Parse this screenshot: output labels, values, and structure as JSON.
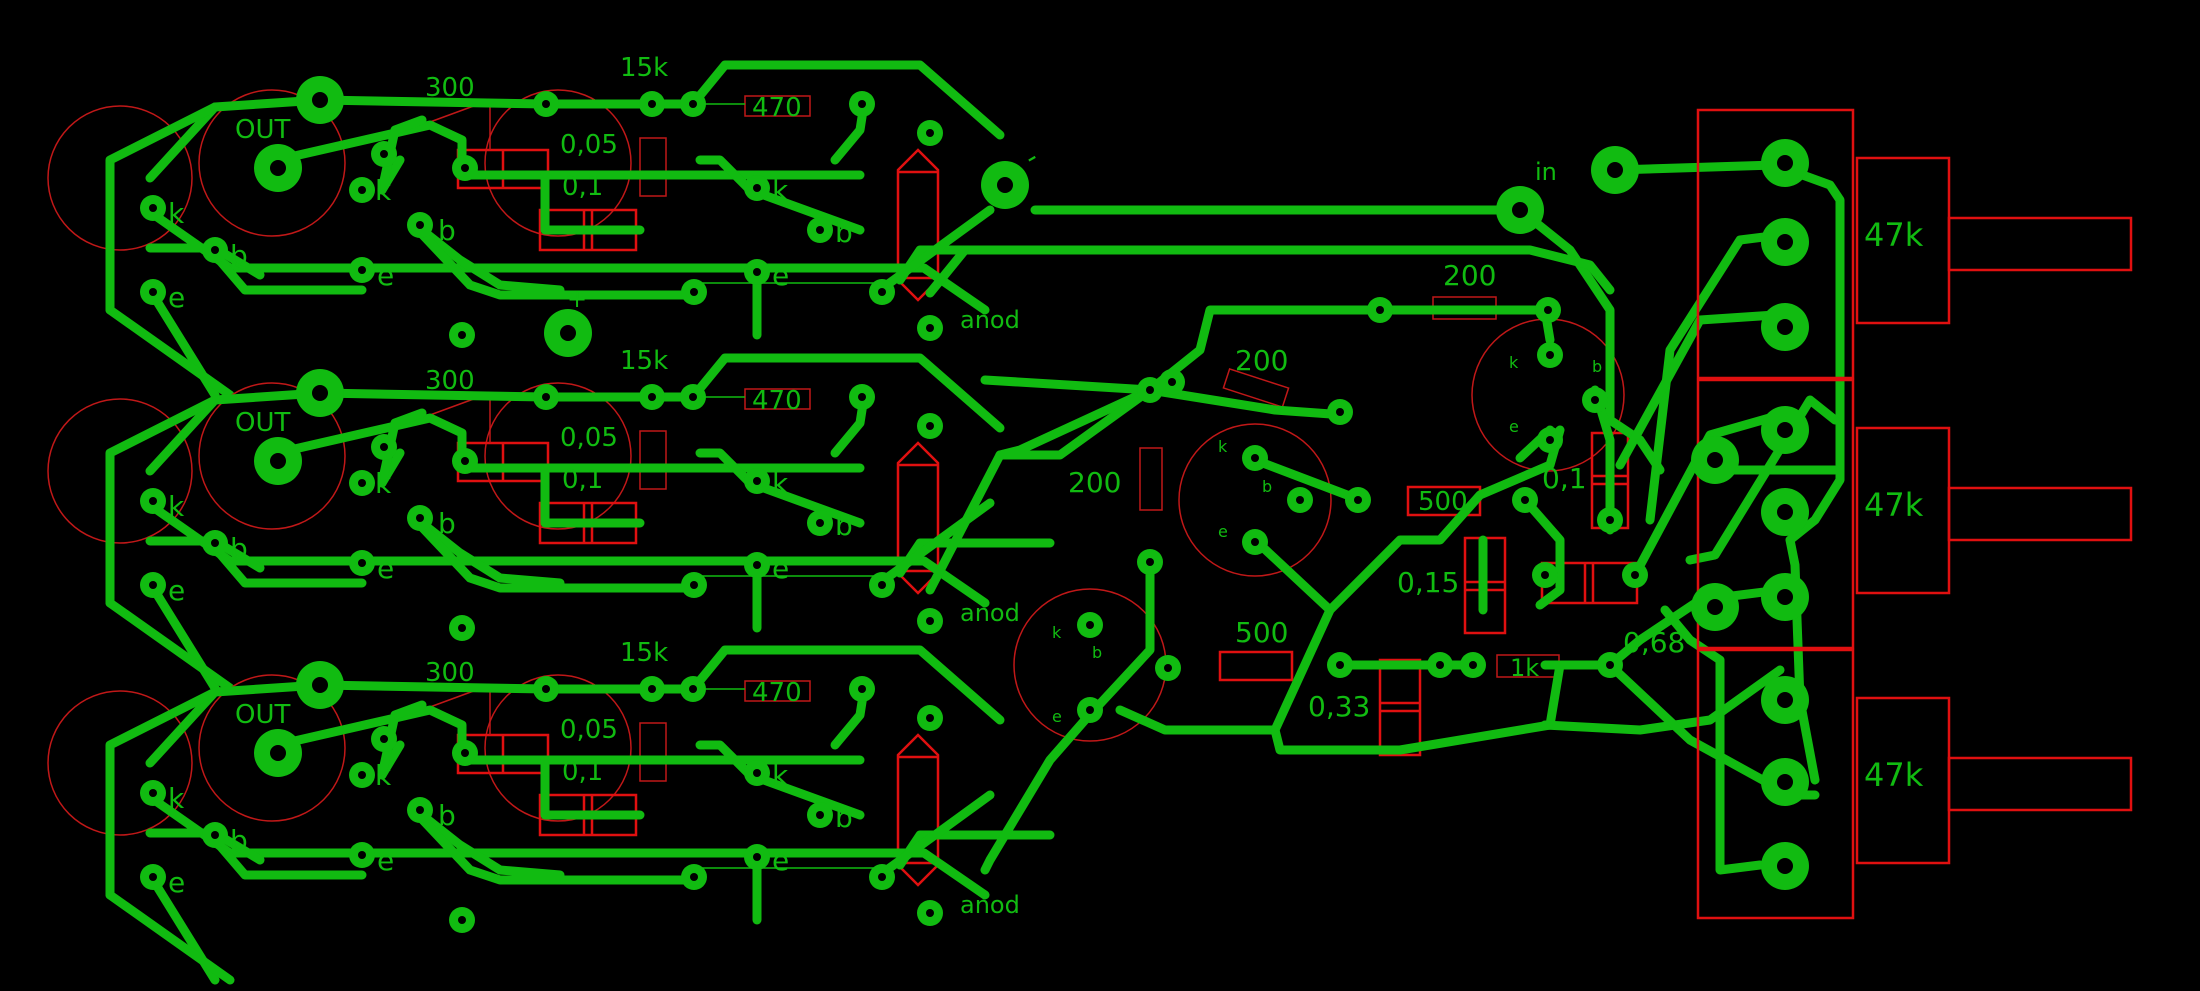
{
  "colors": {
    "background": "#000000",
    "copper": "#11bb11",
    "silkscreen": "#e01010"
  },
  "channels": [
    {
      "out": "OUT",
      "r_small": "300",
      "r_mid": "15k",
      "r_out": "470",
      "c_a": "0,05",
      "c_b": "0,1",
      "pin_k": "k",
      "pin_b": "b",
      "pin_e": "e",
      "anode": "anod",
      "minus": "-",
      "plus": "+"
    },
    {
      "out": "OUT",
      "r_small": "300",
      "r_mid": "15k",
      "r_out": "470",
      "c_a": "0,05",
      "c_b": "0,1",
      "pin_k": "k",
      "pin_b": "b",
      "pin_e": "e",
      "anode": "anod"
    },
    {
      "out": "OUT",
      "r_small": "300",
      "r_mid": "15k",
      "r_out": "470",
      "c_a": "0,05",
      "c_b": "0,1",
      "pin_k": "k",
      "pin_b": "b",
      "pin_e": "e",
      "anode": "anod"
    }
  ],
  "center": {
    "input": "in",
    "r1": "200",
    "r2": "200",
    "r3": "200",
    "r4": "500",
    "r5": "500",
    "r6": "1k",
    "c1": "0,1",
    "c2": "0,15",
    "c3": "0,33",
    "c4": "0,68",
    "pin_k": "k",
    "pin_b": "b",
    "pin_e": "e"
  },
  "pots": [
    {
      "label": "47k"
    },
    {
      "label": "47k"
    },
    {
      "label": "47k"
    }
  ]
}
